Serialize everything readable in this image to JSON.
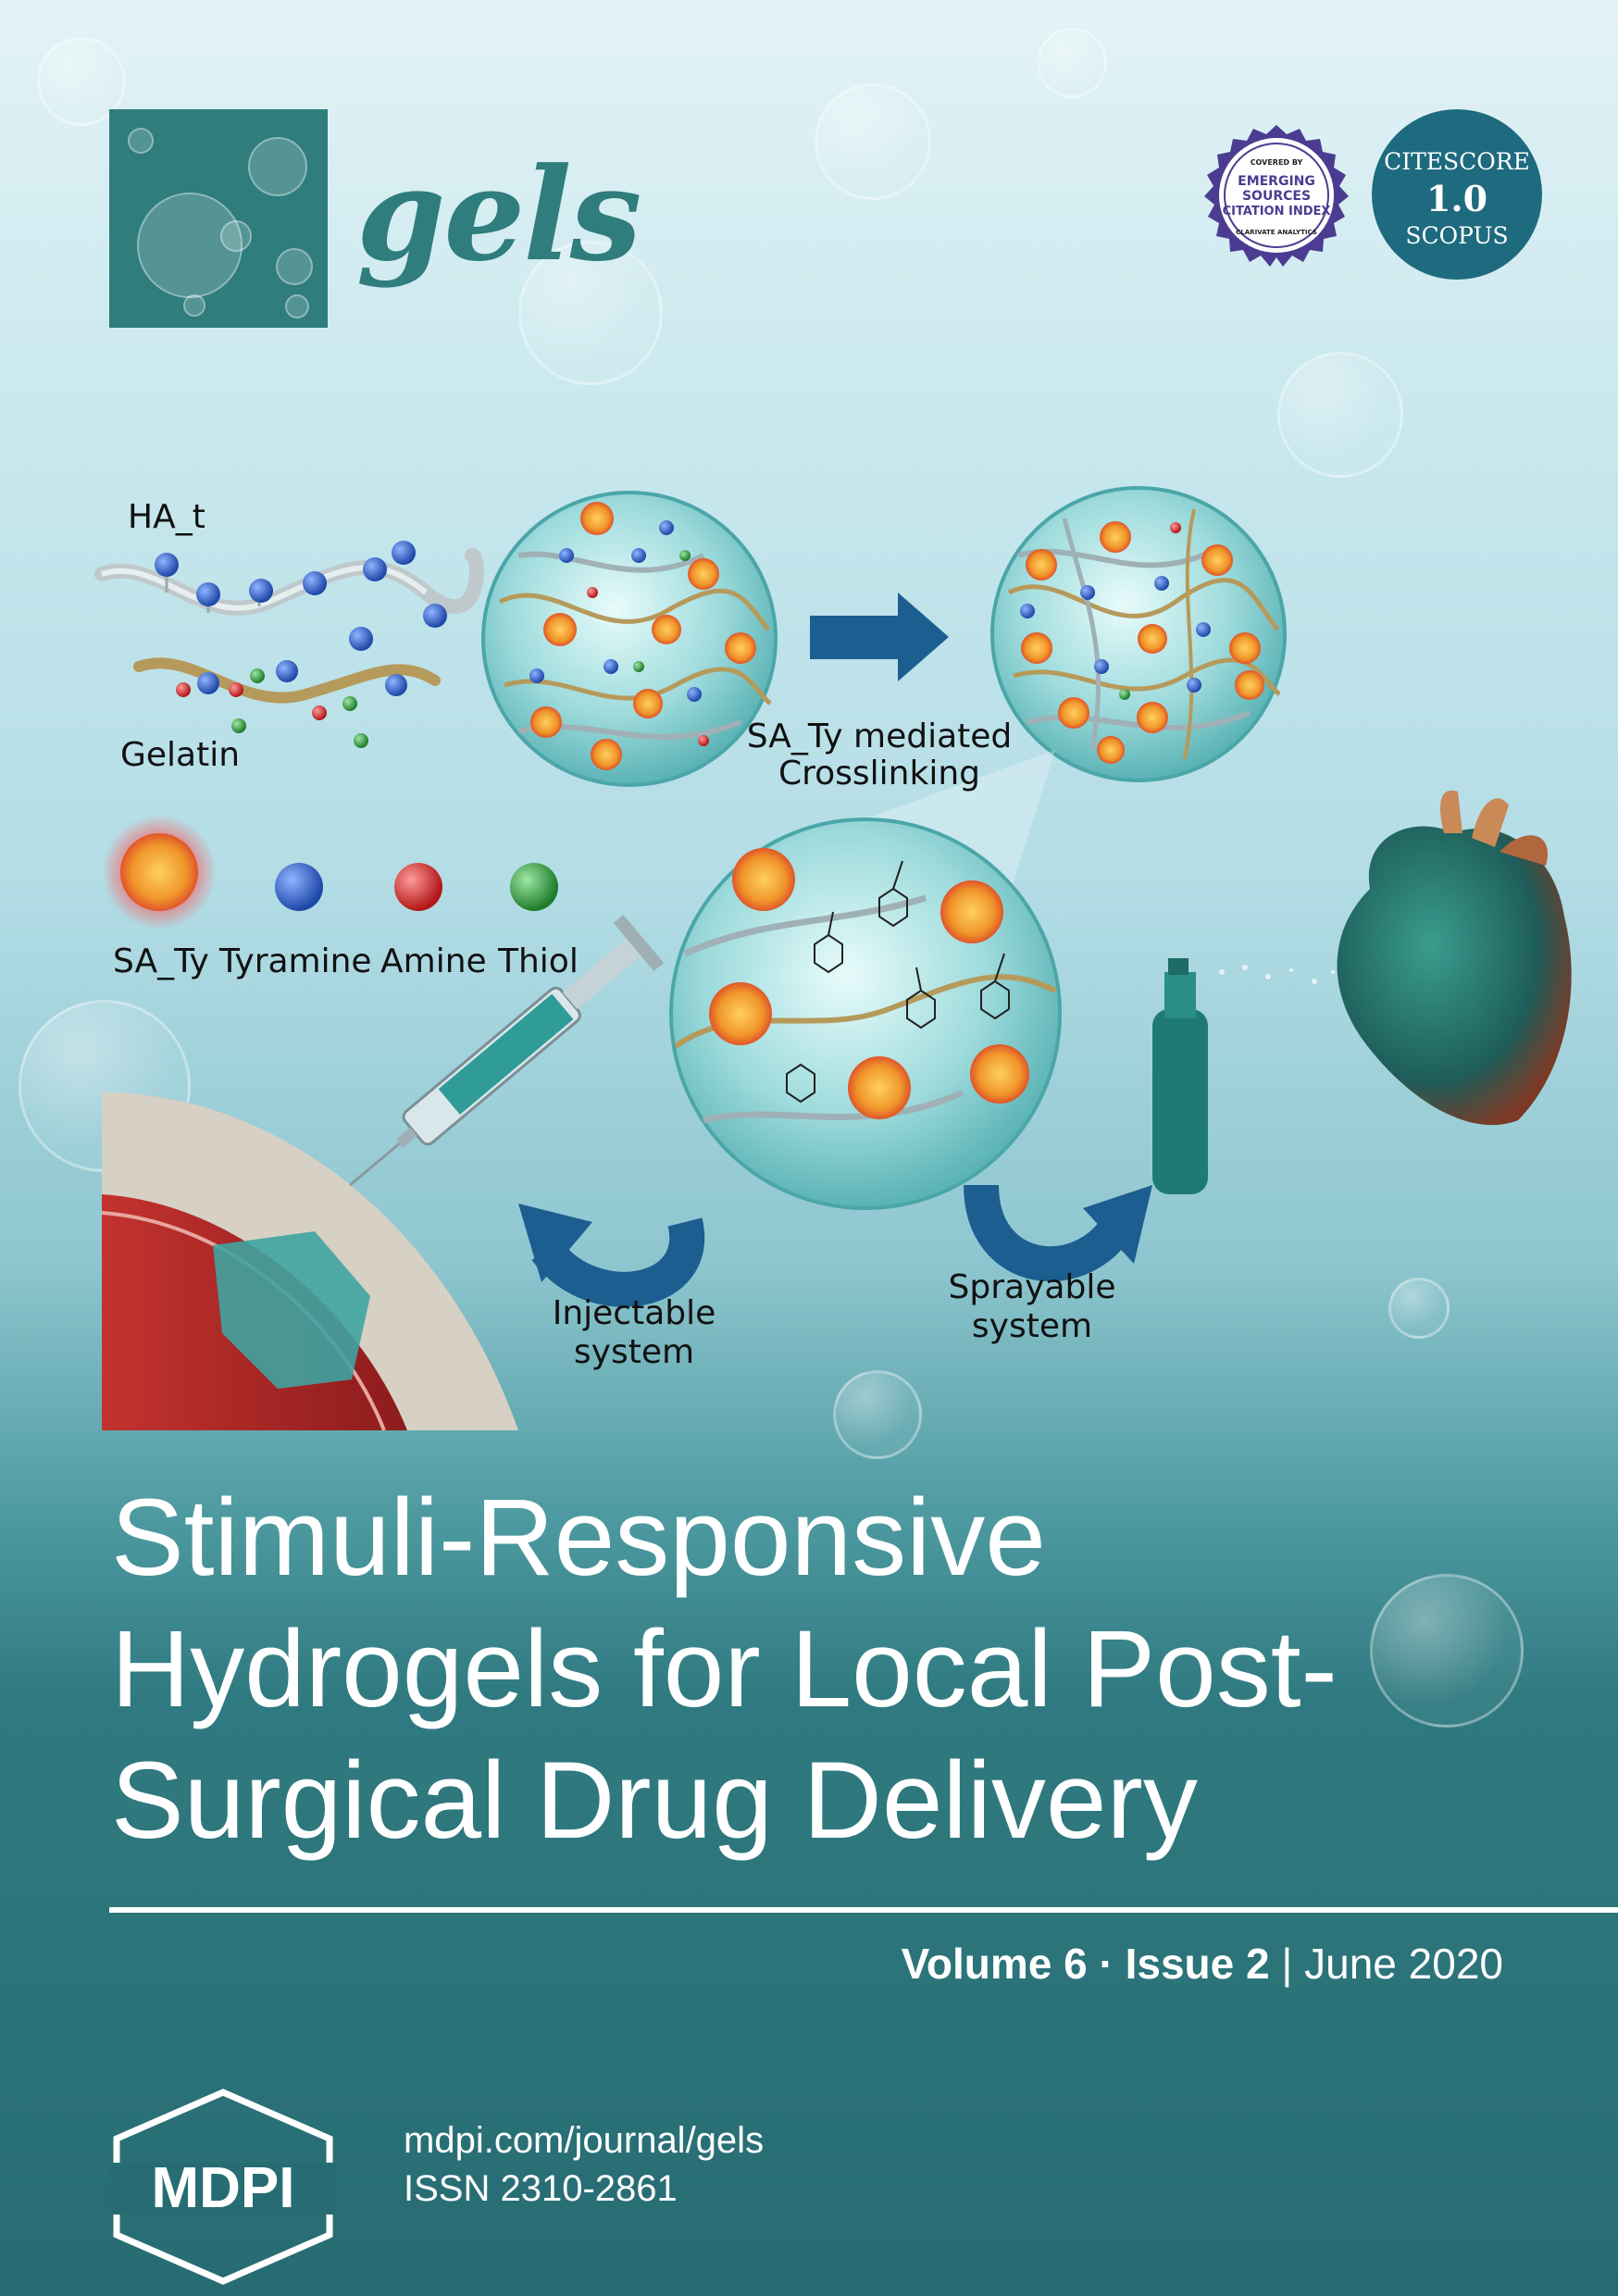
{
  "journal": {
    "name": "gels"
  },
  "badges": {
    "esci": {
      "top": "COVERED BY",
      "line1": "EMERGING",
      "line2": "SOURCES",
      "line3": "CITATION INDEX",
      "bottom": "CLARIVATE ANALYTICS"
    },
    "citescore": {
      "label": "CITESCORE",
      "value": "1.0",
      "source": "SCOPUS"
    }
  },
  "figure": {
    "ha_t": "HA_t",
    "gelatin": "Gelatin",
    "crosslink_line1": "SA_Ty mediated",
    "crosslink_line2": "Crosslinking",
    "legend": [
      "SA_Ty",
      "Tyramine",
      "Amine",
      "Thiol"
    ],
    "injectable_line1": "Injectable",
    "injectable_line2": "system",
    "sprayable_line1": "Sprayable",
    "sprayable_line2": "system",
    "colors": {
      "tyramine": "#2a5fc4",
      "amine": "#d22b2b",
      "thiol": "#2e9a3a",
      "sa_ty": "#f0a02a",
      "arrow": "#1d5e90"
    }
  },
  "article": {
    "title_line1": "Stimuli-Responsive",
    "title_line2": "Hydrogels for Local Post-",
    "title_line3": "Surgical Drug Delivery"
  },
  "issue": {
    "volume": "Volume 6",
    "separator": " · ",
    "issue": "Issue 2",
    "bar": "|",
    "date": "June 2020"
  },
  "publisher": {
    "name": "MDPI",
    "url": "mdpi.com/journal/gels",
    "issn": "ISSN 2310-2861"
  }
}
